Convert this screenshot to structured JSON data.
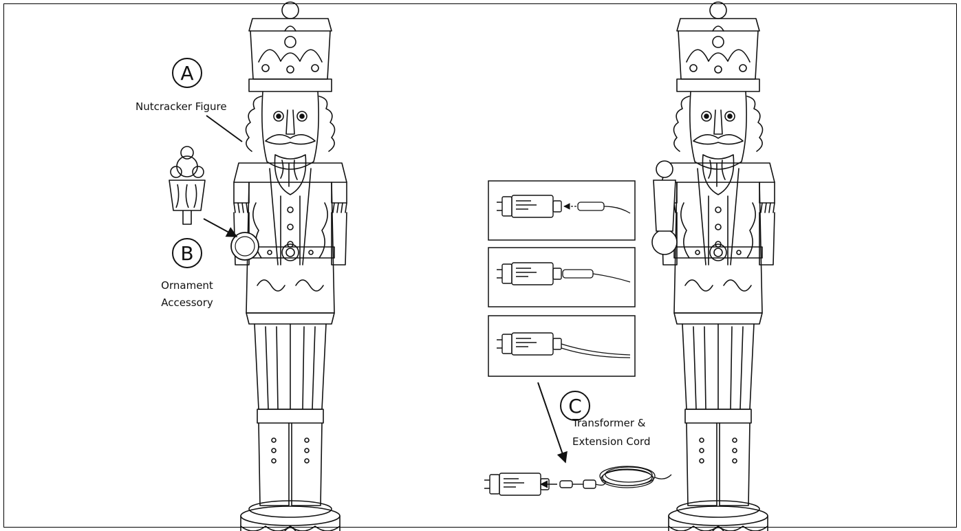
{
  "figure": {
    "parts": [
      {
        "letter": "A",
        "name": "Nutcracker Figure"
      },
      {
        "letter": "B",
        "name_line1": "Ornament",
        "name_line2": "Accessory"
      },
      {
        "letter": "C",
        "name_line1": "Transformer &",
        "name_line2": "Extension Cord"
      }
    ],
    "insets": [
      "plug-connector-step-1",
      "plug-connector-step-2",
      "plug-connector-step-3"
    ]
  }
}
